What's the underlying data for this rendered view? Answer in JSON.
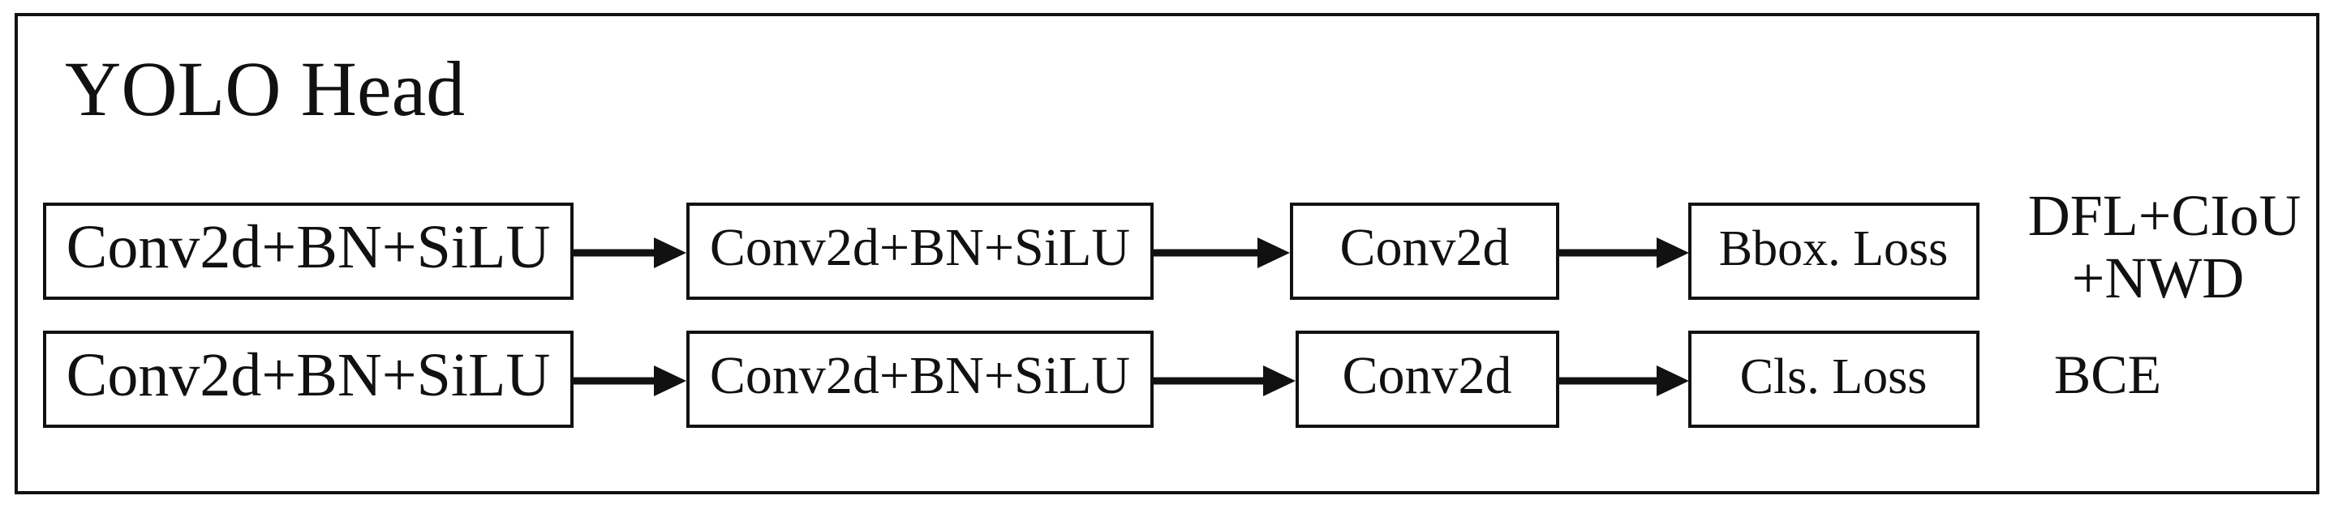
{
  "title": "YOLO Head",
  "rows": [
    {
      "blocks": [
        "Conv2d+BN+SiLU",
        "Conv2d+BN+SiLU",
        "Conv2d"
      ],
      "loss": "Bbox. Loss",
      "loss_fn_lines": [
        "DFL+CIoU",
        "+NWD"
      ]
    },
    {
      "blocks": [
        "Conv2d+BN+SiLU",
        "Conv2d+BN+SiLU",
        "Conv2d"
      ],
      "loss": "Cls. Loss",
      "loss_fn_lines": [
        "BCE"
      ]
    }
  ]
}
